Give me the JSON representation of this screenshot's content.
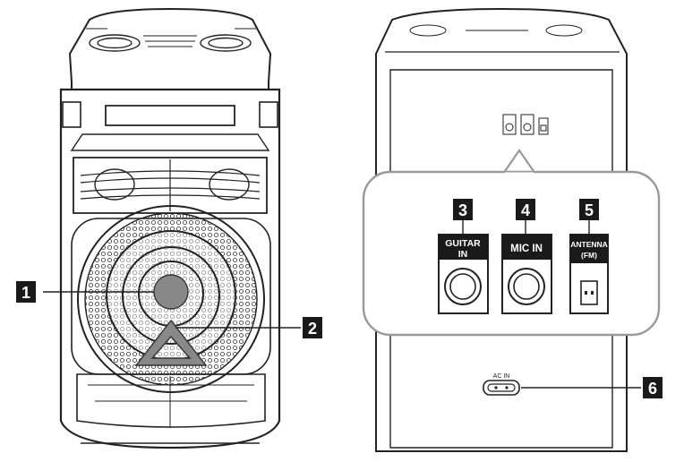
{
  "callouts": {
    "c1": "1",
    "c2": "2",
    "c3": "3",
    "c4": "4",
    "c5": "5",
    "c6": "6"
  },
  "jacks": {
    "guitar_line1": "GUITAR",
    "guitar_line2": "IN",
    "mic": "MIC IN",
    "antenna_line1": "ANTENNA",
    "antenna_line2": "(FM)"
  },
  "ac_label": "AC IN",
  "colors": {
    "callout_bg": "#1a1a1a",
    "callout_text": "#ffffff",
    "outline": "#222222",
    "panel_fill": "#ffffff"
  }
}
